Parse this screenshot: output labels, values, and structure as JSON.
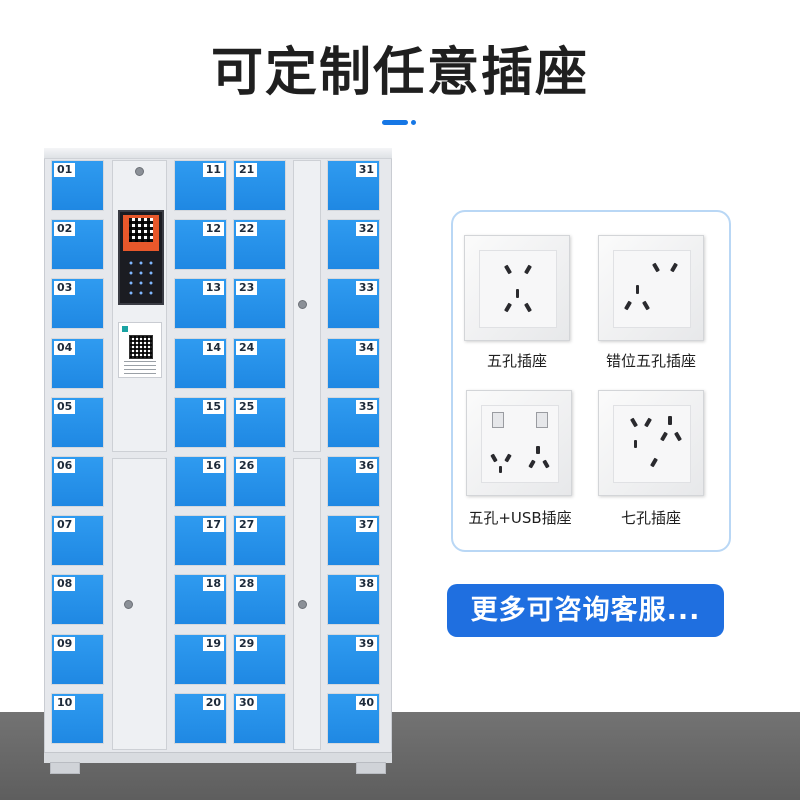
{
  "title": "可定制任意插座",
  "colors": {
    "door_blue": "#1f88e3",
    "cta_blue": "#1f6fe0",
    "card_border": "#b9d7f5"
  },
  "lockers": {
    "column_a": [
      "01",
      "02",
      "03",
      "04",
      "05",
      "06",
      "07",
      "08",
      "09",
      "10"
    ],
    "column_b": [
      "11",
      "12",
      "13",
      "14",
      "15",
      "16",
      "17",
      "18",
      "19",
      "20"
    ],
    "column_c": [
      "21",
      "22",
      "23",
      "24",
      "25",
      "26",
      "27",
      "28",
      "29",
      "30"
    ],
    "column_d": [
      "31",
      "32",
      "33",
      "34",
      "35",
      "36",
      "37",
      "38",
      "39",
      "40"
    ]
  },
  "sockets": [
    {
      "label": "五孔插座",
      "icon": "five-hole-socket-icon"
    },
    {
      "label": "错位五孔插座",
      "icon": "offset-five-hole-socket-icon"
    },
    {
      "label": "五孔+USB插座",
      "icon": "five-hole-usb-socket-icon"
    },
    {
      "label": "七孔插座",
      "icon": "seven-hole-socket-icon"
    }
  ],
  "cta": {
    "label": "更多可咨询客服..."
  }
}
